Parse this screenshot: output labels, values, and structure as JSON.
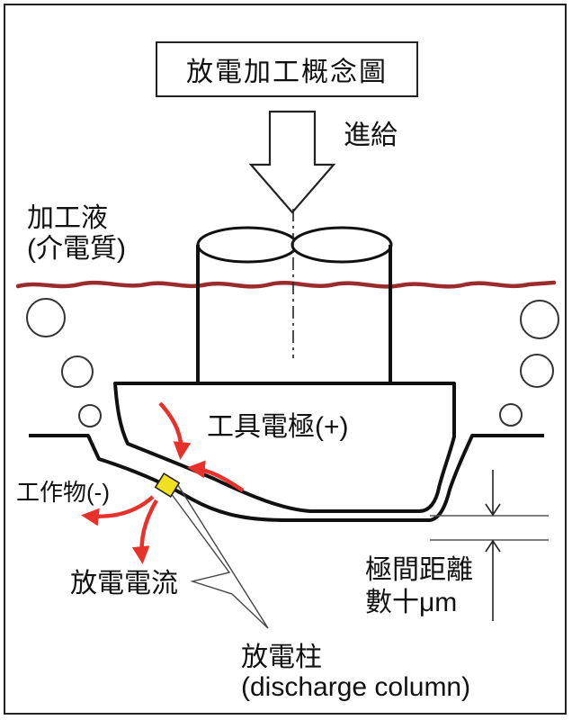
{
  "title": "放電加工概念圖",
  "labels": {
    "feed": "進給",
    "fluid_line1": "加工液",
    "fluid_line2": "(介電質)",
    "electrode": "工具電極(+)",
    "workpiece": "工作物(-)",
    "discharge_current": "放電電流",
    "gap_line1": "極間距離",
    "gap_line2": "數十μm",
    "column_line1": "放電柱",
    "column_line2": "(discharge column)"
  },
  "colors": {
    "fluid_line": "#9b2c2c",
    "arrow": "#e8312b",
    "spark": "#f0e020",
    "ink": "#111111"
  },
  "icons": {
    "feed_arrow": "down-arrow-icon",
    "current_arrow": "curved-arrow-icon"
  }
}
